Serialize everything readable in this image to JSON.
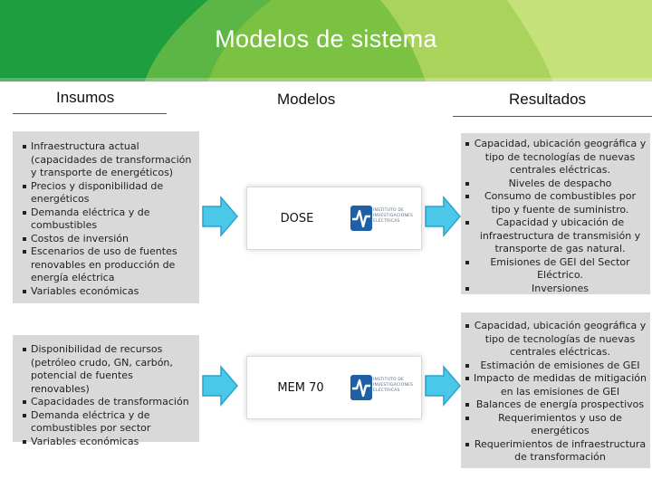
{
  "title": "Modelos de sistema",
  "colors": {
    "banner_dark": "#1e9e3e",
    "banner_mid": "#7cc242",
    "banner_light": "#b9db6a",
    "box_gray": "#d9d9d9",
    "arrow_fill": "#4bc8e8",
    "arrow_stroke": "#28a4cf",
    "logo_blue": "#1f5fa6"
  },
  "columns": {
    "insumos": "Insumos",
    "modelos": "Modelos",
    "resultados": "Resultados"
  },
  "rows": [
    {
      "insumos": [
        "Infraestructura actual (capacidades de transformación y transporte de energéticos)",
        "Precios y disponibilidad de energéticos",
        "Demanda eléctrica y de combustibles",
        "Costos de inversión",
        "Escenarios de uso de fuentes renovables en producción de energía eléctrica",
        "Variables económicas"
      ],
      "model": "DOSE",
      "logo_text": "INSTITUTO DE INVESTIGACIONES ELÉCTRICAS",
      "resultados": [
        "Capacidad, ubicación geográfica y tipo de tecnologías de nuevas centrales eléctricas.",
        "Niveles de despacho",
        "Consumo de combustibles por tipo y fuente de suministro.",
        "Capacidad y ubicación de infraestructura de transmisión y transporte de gas natural.",
        "Emisiones de GEI del Sector Eléctrico.",
        "Inversiones"
      ]
    },
    {
      "insumos": [
        "Disponibilidad de recursos (petróleo crudo, GN, carbón, potencial de fuentes renovables)",
        "Capacidades de transformación",
        "Demanda eléctrica y de combustibles por sector",
        "Variables económicas"
      ],
      "model": "MEM 70",
      "logo_text": "INSTITUTO DE INVESTIGACIONES ELÉCTRICAS",
      "resultados": [
        "Capacidad, ubicación geográfica y tipo de tecnologías de nuevas centrales eléctricas.",
        "Estimación de emisiones de GEI",
        "Impacto de medidas de mitigación en las emisiones de GEI",
        "Balances de energía prospectivos",
        "Requerimientos y uso de energéticos",
        "Requerimientos de infraestructura de transformación"
      ]
    }
  ]
}
